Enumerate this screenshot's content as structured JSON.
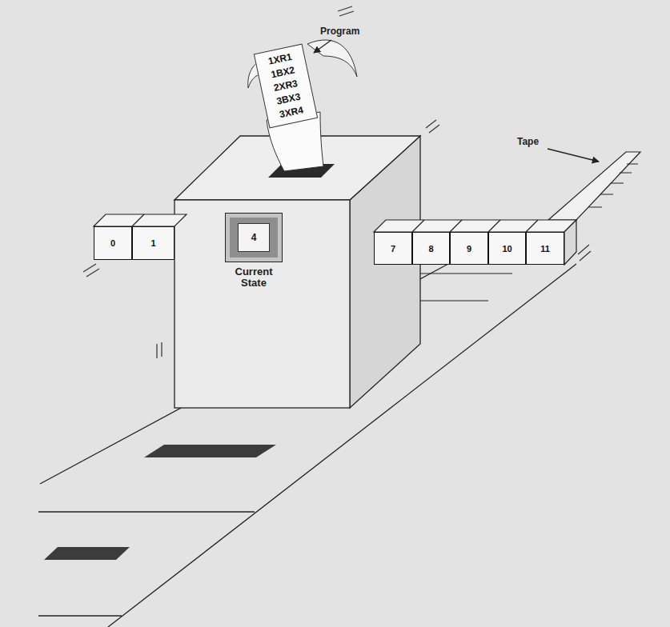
{
  "diagram": {
    "nodes": [
      {
        "text": [
          "1XR1",
          "1BX2",
          "2XR3",
          "3BX3",
          "3XR4"
        ]
      },
      {
        "text": [
          "0"
        ]
      },
      {
        "text": [
          "1"
        ]
      },
      {
        "text": [
          "4",
          "Current State"
        ]
      },
      {
        "text": [
          "7"
        ]
      },
      {
        "text": [
          "8"
        ]
      },
      {
        "text": [
          "9"
        ]
      },
      {
        "text": [
          "10"
        ]
      },
      {
        "text": [
          "11"
        ]
      }
    ],
    "labels": [
      "Program",
      "Tape"
    ]
  }
}
